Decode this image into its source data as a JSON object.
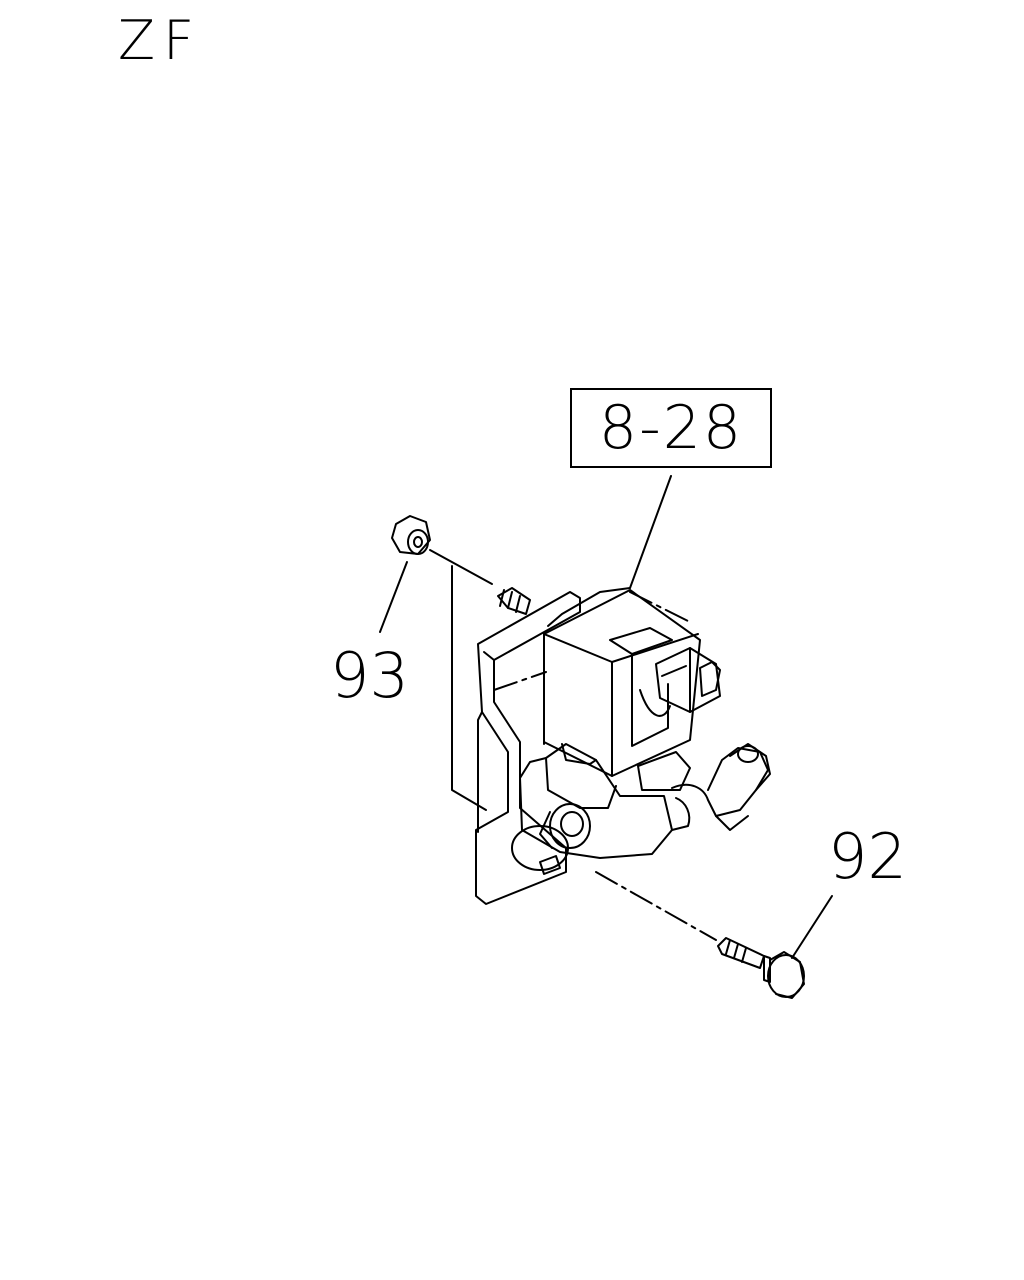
{
  "diagram": {
    "page_label": "ZF",
    "reference_box": "8-28",
    "callouts": [
      {
        "label": "93",
        "part": "flange-nut"
      },
      {
        "label": "92",
        "part": "flange-bolt"
      }
    ]
  }
}
